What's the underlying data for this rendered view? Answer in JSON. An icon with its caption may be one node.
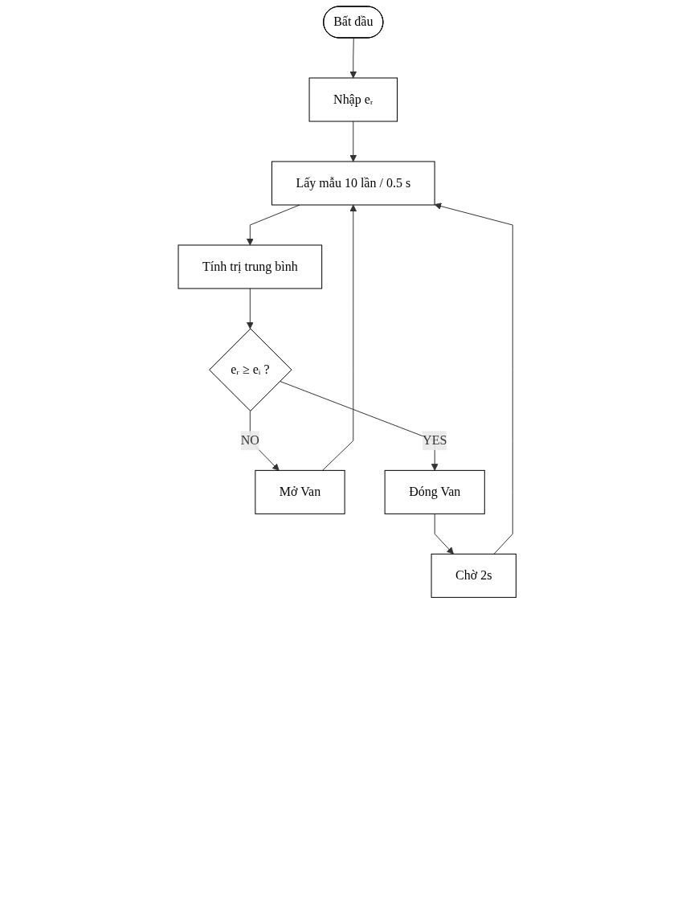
{
  "diagram": {
    "nodes": [
      {
        "text": [
          "Bất đầu"
        ]
      },
      {
        "text": [
          "Nhập eᵣ"
        ]
      },
      {
        "text": [
          "Lấy mẫu 10 lần / 0.5 s"
        ]
      },
      {
        "text": [
          "Tính trị trung bình"
        ]
      },
      {
        "text": [
          "eᵣ ≥ eᵢ ?"
        ]
      },
      {
        "text": [
          "Mở Van"
        ]
      },
      {
        "text": [
          "Đóng Van"
        ]
      },
      {
        "text": [
          "Chờ 2s"
        ]
      }
    ],
    "edges": [
      {
        "from": 0,
        "to": 1,
        "arrow": "to"
      },
      {
        "from": 1,
        "to": 2,
        "arrow": "to"
      },
      {
        "from": 2,
        "to": 3,
        "arrow": "to"
      },
      {
        "from": 3,
        "to": 4,
        "arrow": "to"
      },
      {
        "from": 4,
        "to": 5,
        "label": "NO",
        "arrow": "to"
      },
      {
        "from": 4,
        "to": 6,
        "label": "YES",
        "arrow": "to"
      },
      {
        "from": 6,
        "to": 7,
        "arrow": "to"
      },
      {
        "from": 7,
        "to": 2,
        "arrow": "to"
      },
      {
        "from": 5,
        "to": 2,
        "arrow": "to"
      }
    ]
  }
}
